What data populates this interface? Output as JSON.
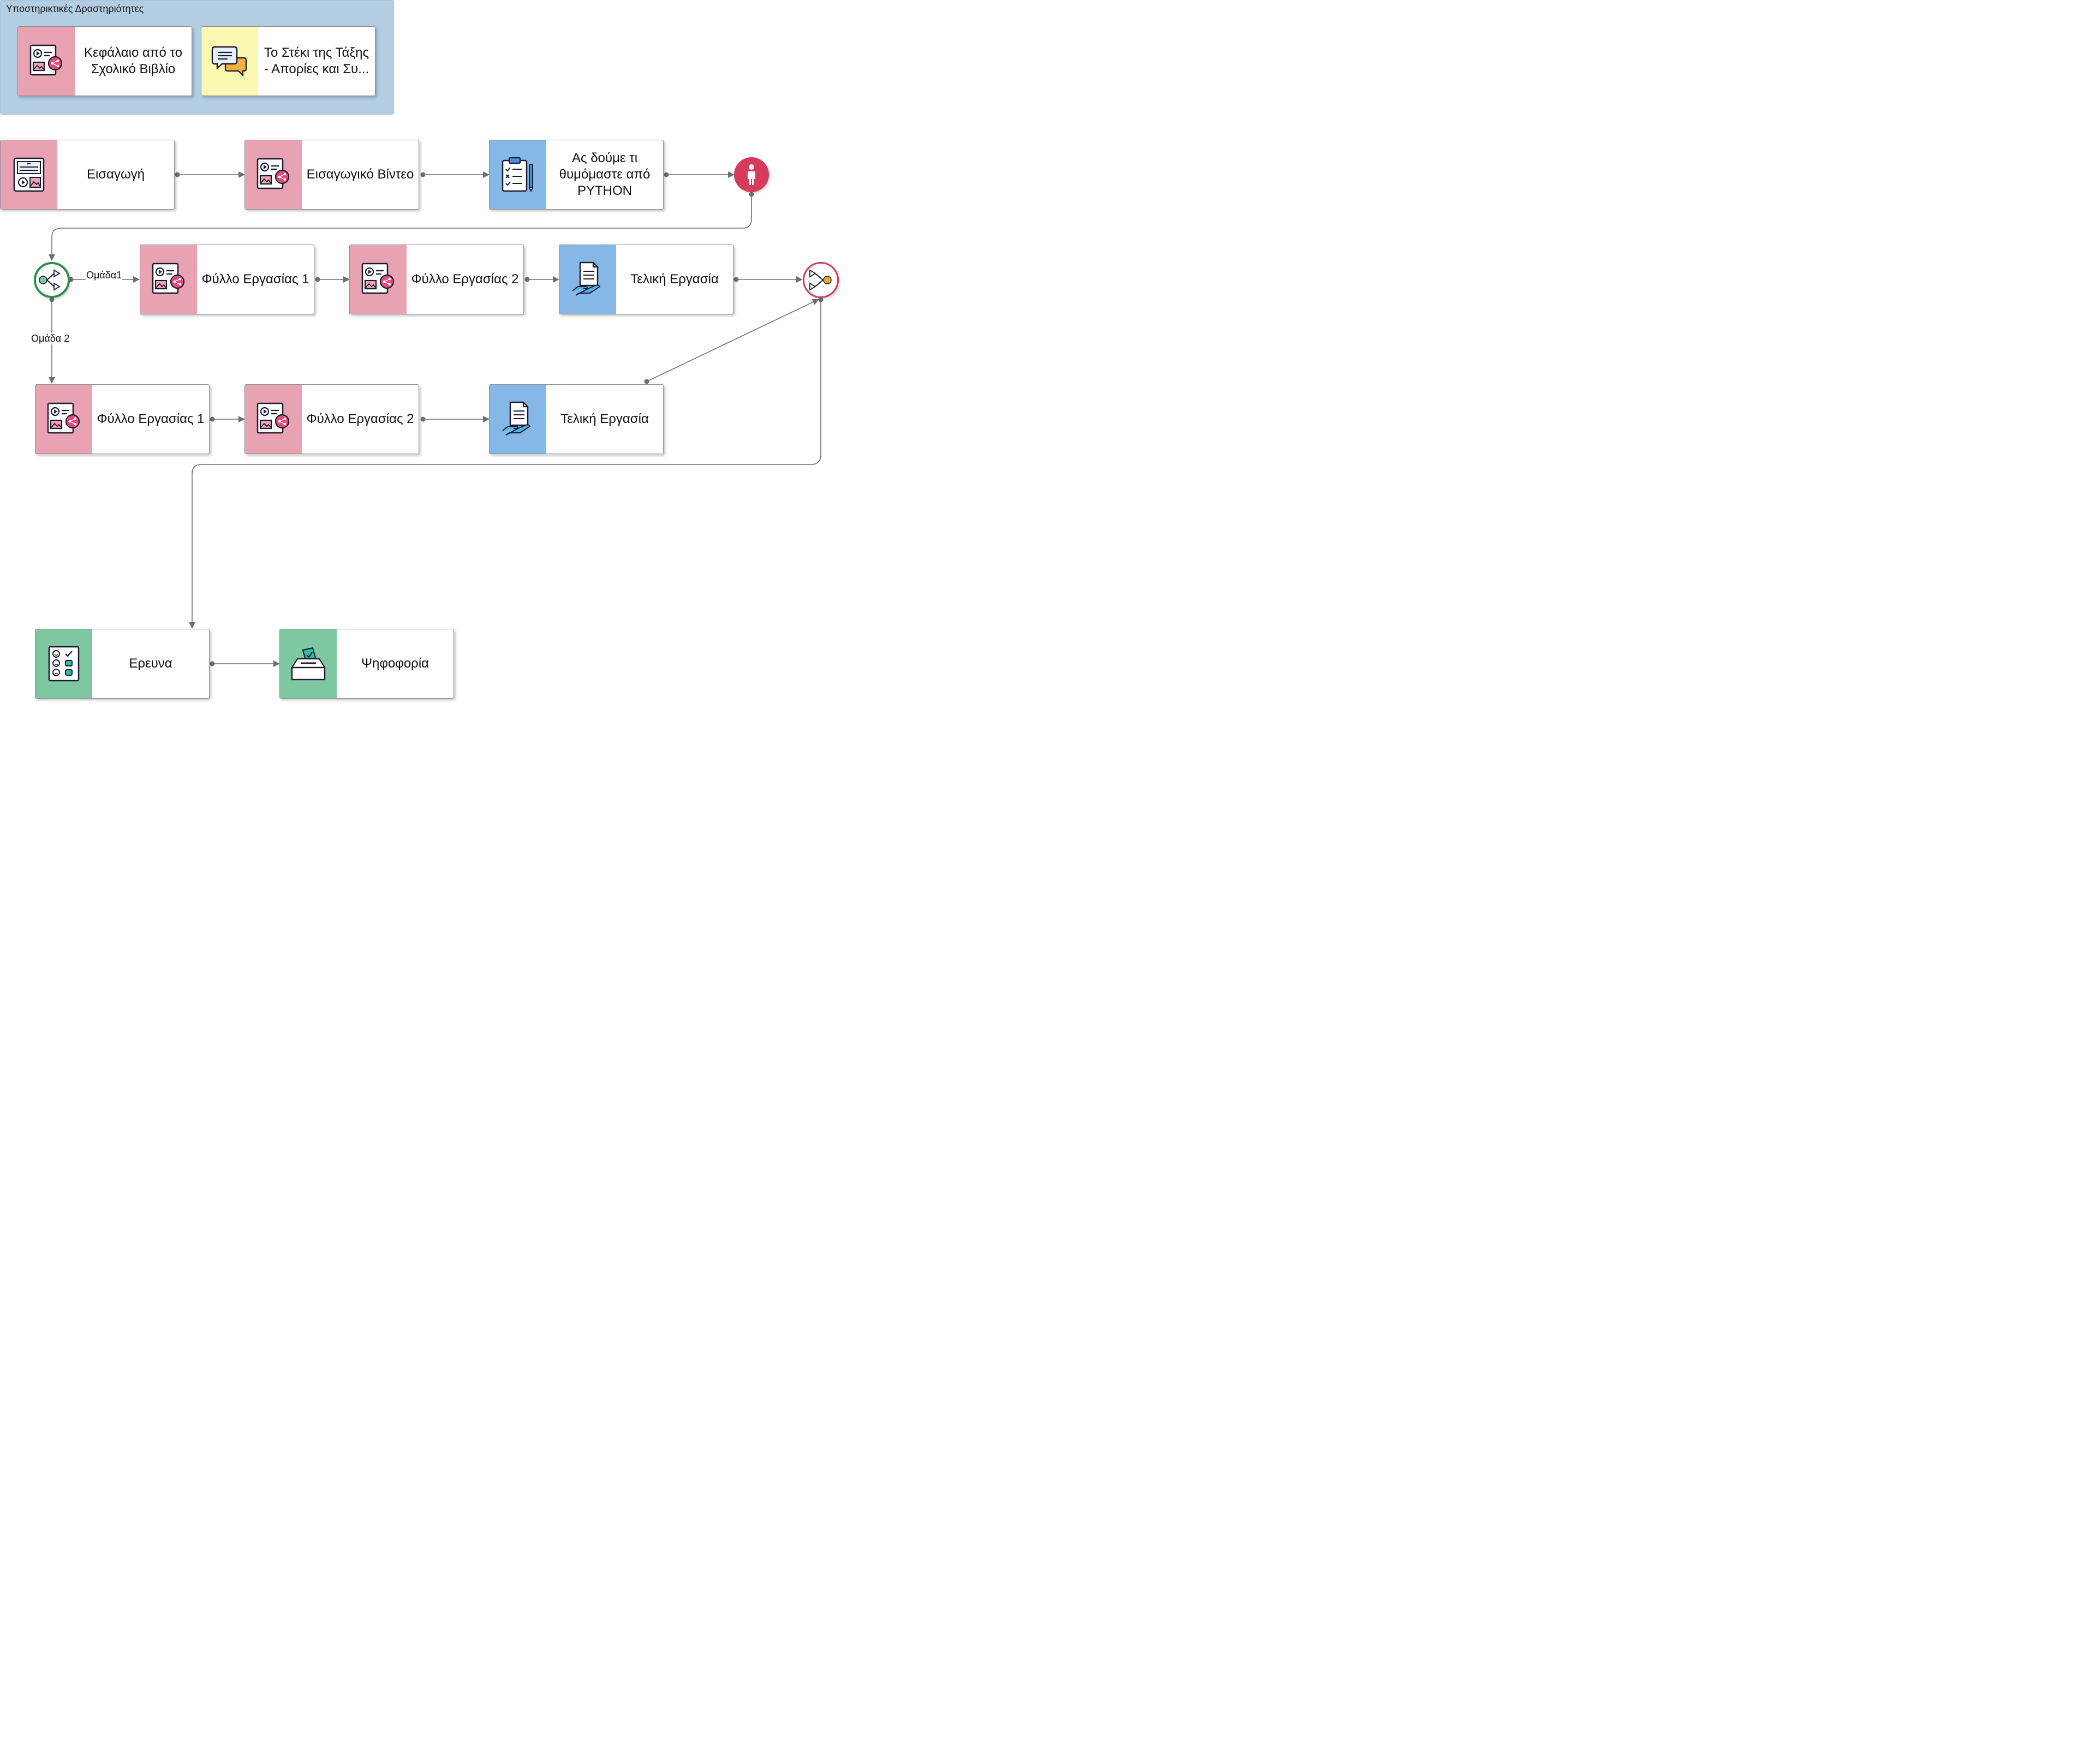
{
  "colors": {
    "pink": "#e9a2b2",
    "yellow": "#faf8b1",
    "blue": "#85b7e7",
    "green": "#7dc8a0",
    "group_bg": "#b3cde3",
    "edge": "#6b6f75",
    "end_circle": "#d63a5c",
    "fork_circle": "#2a8f4a",
    "join_circle": "#d63a5c",
    "join_dot": "#f2a53a"
  },
  "group": {
    "label": "Υποστηρικτικές Δραστηριότητες"
  },
  "support_nodes": [
    {
      "label": "Κεφάλαιο από το Σχολικό Βιβλίο",
      "icon": "multimedia-share-icon",
      "color": "pink"
    },
    {
      "label": "Το Στέκι της Τάξης - Απορίες και Συ...",
      "icon": "chat-bubbles-icon",
      "color": "yellow"
    }
  ],
  "nodes": [
    {
      "id": "intro",
      "label": "Εισαγωγή",
      "icon": "presentation-media-icon",
      "color": "pink"
    },
    {
      "id": "video",
      "label": "Εισαγωγικό Βίντεο",
      "icon": "multimedia-share-icon",
      "color": "pink"
    },
    {
      "id": "quiz",
      "label": "Ας δούμε τι θυμόμαστε από PYTHON",
      "icon": "clipboard-checklist-icon",
      "color": "blue"
    },
    {
      "id": "g1w1",
      "label": "Φύλλο Εργασίας 1",
      "icon": "multimedia-share-icon",
      "color": "pink"
    },
    {
      "id": "g1w2",
      "label": "Φύλλο Εργασίας 2",
      "icon": "multimedia-share-icon",
      "color": "pink"
    },
    {
      "id": "g1final",
      "label": "Τελική Εργασία",
      "icon": "hand-document-icon",
      "color": "blue"
    },
    {
      "id": "g2w1",
      "label": "Φύλλο Εργασίας 1",
      "icon": "multimedia-share-icon",
      "color": "pink"
    },
    {
      "id": "g2w2",
      "label": "Φύλλο Εργασίας 2",
      "icon": "multimedia-share-icon",
      "color": "pink"
    },
    {
      "id": "g2final",
      "label": "Τελική Εργασία",
      "icon": "hand-document-icon",
      "color": "blue"
    },
    {
      "id": "survey",
      "label": "Ερευνα",
      "icon": "survey-form-icon",
      "color": "green"
    },
    {
      "id": "vote",
      "label": "Ψηφοφορία",
      "icon": "ballot-box-icon",
      "color": "green"
    }
  ],
  "edge_labels": {
    "group1": "Ομάδα1",
    "group2": "Ομάδα 2"
  }
}
